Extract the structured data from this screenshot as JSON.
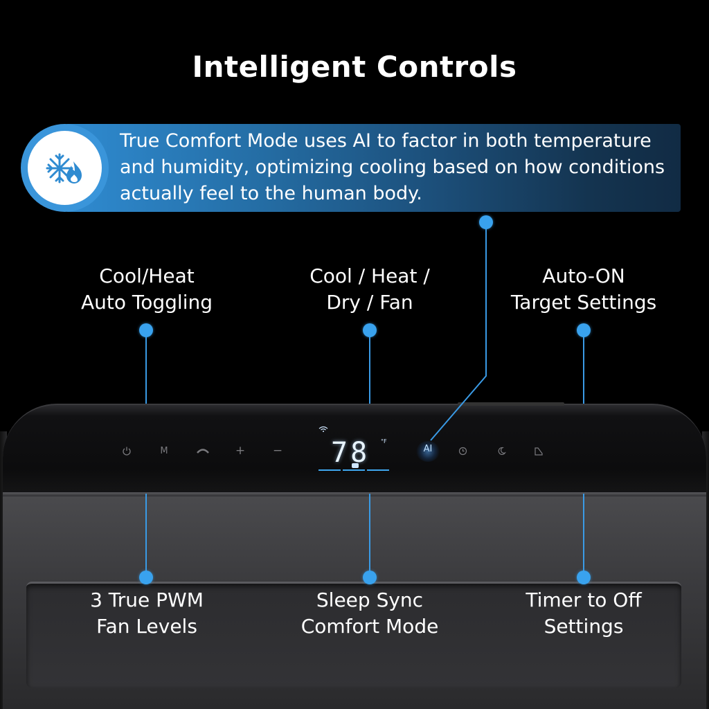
{
  "title": "Intelligent Controls",
  "banner": {
    "text": "True Comfort Mode uses AI to factor in both temperature and humidity, optimizing cooling based on how conditions actually feel to the human body.",
    "icon": "snowflake-flame-icon"
  },
  "features_top": [
    {
      "line1": "Cool/Heat",
      "line2": "Auto Toggling"
    },
    {
      "line1": "Cool / Heat /",
      "line2": "Dry / Fan"
    },
    {
      "line1": "Auto-ON",
      "line2": "Target Settings"
    }
  ],
  "features_bottom": [
    {
      "line1": "3 True PWM",
      "line2": "Fan Levels"
    },
    {
      "line1": "Sleep Sync",
      "line2": "Comfort Mode"
    },
    {
      "line1": "Timer to Off",
      "line2": "Settings"
    }
  ],
  "control_panel": {
    "mode_label": "M",
    "plus_label": "+",
    "minus_label": "−",
    "temperature": "78",
    "unit": "°F",
    "ai_label": "AI"
  },
  "colors": {
    "accent": "#39a2ee",
    "background": "#000000"
  }
}
